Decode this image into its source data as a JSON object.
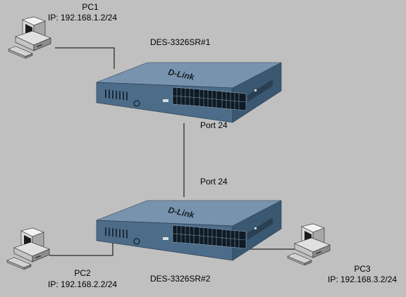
{
  "diagram": {
    "nodes": {
      "pc1": {
        "name": "PC1",
        "ip": "IP: 192.168.1.2/24"
      },
      "pc2": {
        "name": "PC2",
        "ip": "IP: 192.168.2.2/24"
      },
      "pc3": {
        "name": "PC3",
        "ip": "IP: 192.168.3.2/24"
      },
      "switch1": {
        "name": "DES-3326SR#1",
        "port_label": "Port 24",
        "logo": "D-Link"
      },
      "switch2": {
        "name": "DES-3326SR#2",
        "port_label": "Port 24",
        "logo": "D-Link"
      }
    },
    "links": [
      {
        "from": "pc1",
        "to": "switch1"
      },
      {
        "from": "switch1",
        "to": "switch2",
        "via": "Port 24 - Port 24"
      },
      {
        "from": "pc2",
        "to": "switch2"
      },
      {
        "from": "pc3",
        "to": "switch2"
      }
    ]
  }
}
